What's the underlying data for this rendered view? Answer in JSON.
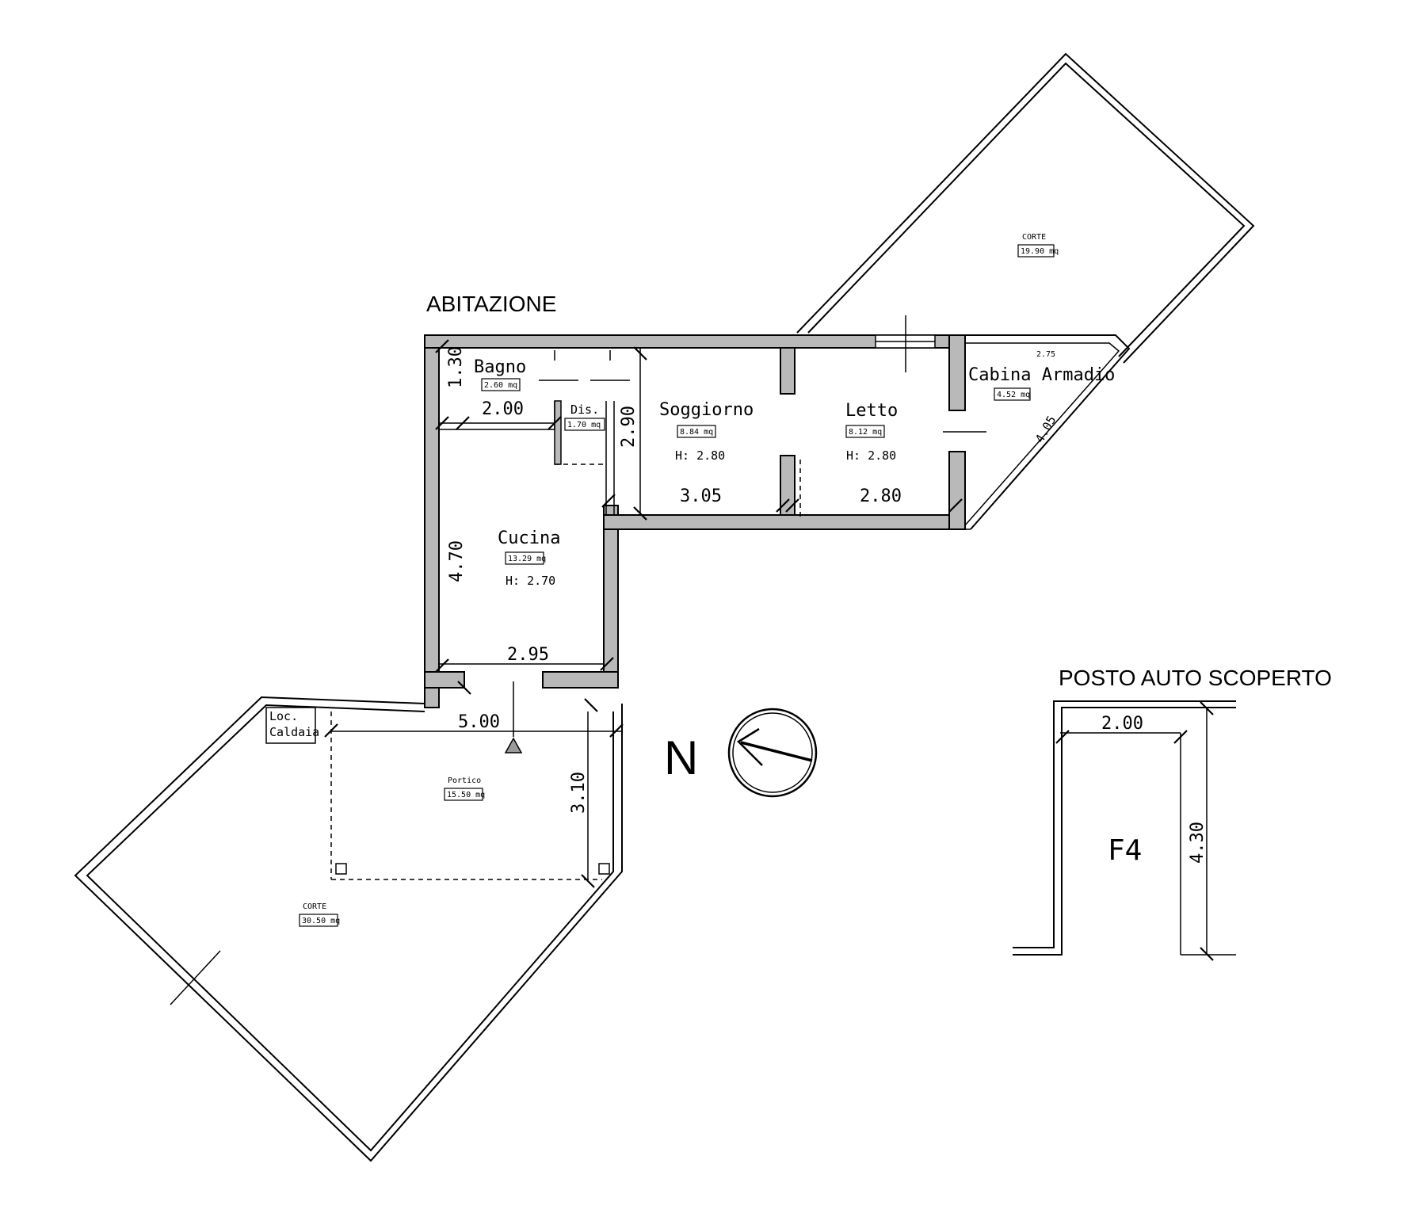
{
  "titles": {
    "house": "ABITAZIONE",
    "parking": "POSTO AUTO SCOPERTO",
    "north": "N"
  },
  "rooms": {
    "bagno": {
      "name": "Bagno",
      "area": "2.60 mq"
    },
    "dis": {
      "name": "Dis.",
      "area": "1.70 mq"
    },
    "soggiorno": {
      "name": "Soggiorno",
      "area": "8.84 mq",
      "height": "H: 2.80"
    },
    "letto": {
      "name": "Letto",
      "area": "8.12 mq",
      "height": "H: 2.80"
    },
    "cabina": {
      "name": "Cabina Armadio",
      "area": "4.52 mq"
    },
    "cucina": {
      "name": "Cucina",
      "area": "13.29 mq",
      "height": "H: 2.70"
    },
    "portico": {
      "name": "Portico",
      "area": "15.50 mq"
    },
    "caldaia": {
      "line1": "Loc.",
      "line2": "Caldaia"
    },
    "corte_top": {
      "name": "CORTE",
      "area": "19.90 mq"
    },
    "corte_bottom": {
      "name": "CORTE",
      "area": "30.50 mq"
    },
    "parking_space": {
      "name": "F4"
    }
  },
  "dimensions": {
    "bagno_h": "1.30",
    "bagno_w": "2.00",
    "dis_h": "2.90",
    "soggiorno_w": "3.05",
    "letto_w": "2.80",
    "cabina_w": "2.75",
    "cabina_diag": "4.05",
    "cucina_h": "4.70",
    "cucina_w": "2.95",
    "portico_w": "5.00",
    "portico_h": "3.10",
    "parking_w": "2.00",
    "parking_h": "4.30"
  }
}
